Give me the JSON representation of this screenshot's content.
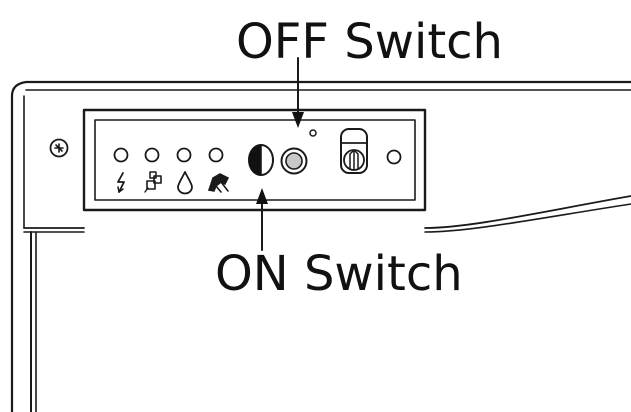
{
  "callouts": {
    "off_switch": "OFF Switch",
    "on_switch": "ON Switch"
  },
  "indicators": [
    {
      "icon": "lightning-icon",
      "symbol": "↯"
    },
    {
      "icon": "ice-cubes-icon",
      "symbol": "cubes"
    },
    {
      "icon": "water-drop-icon",
      "symbol": "drop"
    },
    {
      "icon": "frost-icon",
      "symbol": "frost"
    }
  ],
  "colors": {
    "line": "#1a1a1a",
    "panel_fill": "#ffffff",
    "off_button_fill": "#c8c8c8"
  }
}
